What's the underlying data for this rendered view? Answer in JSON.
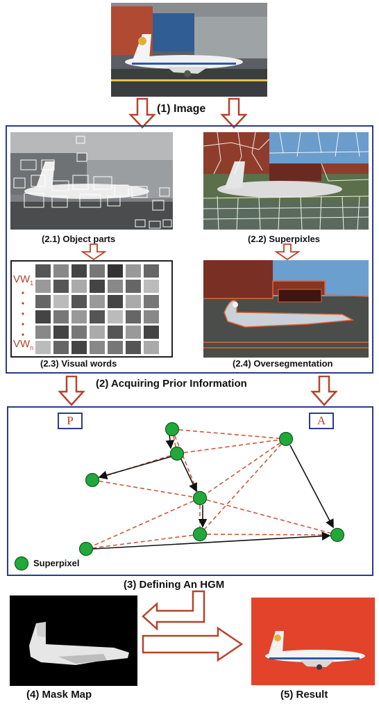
{
  "labels": {
    "image": "(1) Image",
    "object_parts": "(2.1) Object parts",
    "superpixels": "(2.2) Superpixles",
    "visual_words": "(2.3) Visual words",
    "oversegmentation": "(2.4) Oversegmentation",
    "acquiring": "(2) Acquiring Prior Information",
    "hgm": "(3) Defining An HGM",
    "mask_map": "(4) Mask Map",
    "result": "(5) Result"
  },
  "graph": {
    "tag_p": "P",
    "tag_a": "A",
    "legend_label": "Superpixel"
  },
  "visual_words": {
    "first": "VW",
    "first_sub": "1",
    "last": "VW",
    "last_sub": "n"
  },
  "colors": {
    "frame": "#2b3a8c",
    "arrow": "#b5432a",
    "node": "#22a83a",
    "dashed_edge": "#d2553a",
    "result_bg": "#e2432a"
  }
}
